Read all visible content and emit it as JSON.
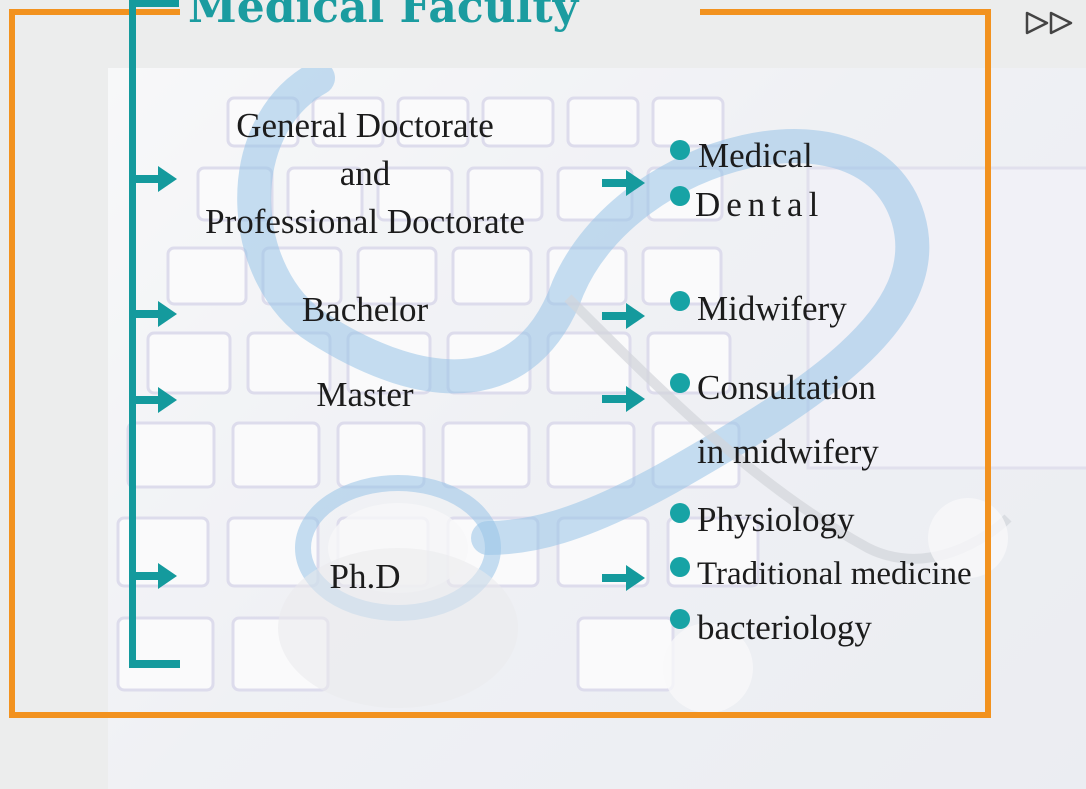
{
  "title": "Medical Faculty",
  "colors": {
    "accent": "#149a9d",
    "frame": "#f2921f",
    "bullet": "#17a3a5",
    "text": "#1c1c1c"
  },
  "icons": {
    "next": "double-triangle-right-icon",
    "connector": "right-arrow-icon",
    "bullet": "filled-circle"
  },
  "degrees": [
    {
      "lines": [
        "General Doctorate",
        "and",
        "Professional Doctorate"
      ]
    },
    {
      "lines": [
        "Bachelor"
      ]
    },
    {
      "lines": [
        "Master"
      ]
    },
    {
      "lines": [
        "Ph.D"
      ]
    }
  ],
  "fields": {
    "medical": "Medical",
    "dental": "Dental",
    "midwifery": "Midwifery",
    "consultation_line1": "Consultation",
    "consultation_line2": "in midwifery",
    "physiology": "Physiology",
    "traditional_medicine": "Traditional medicine",
    "bacteriology": "bacteriology"
  }
}
